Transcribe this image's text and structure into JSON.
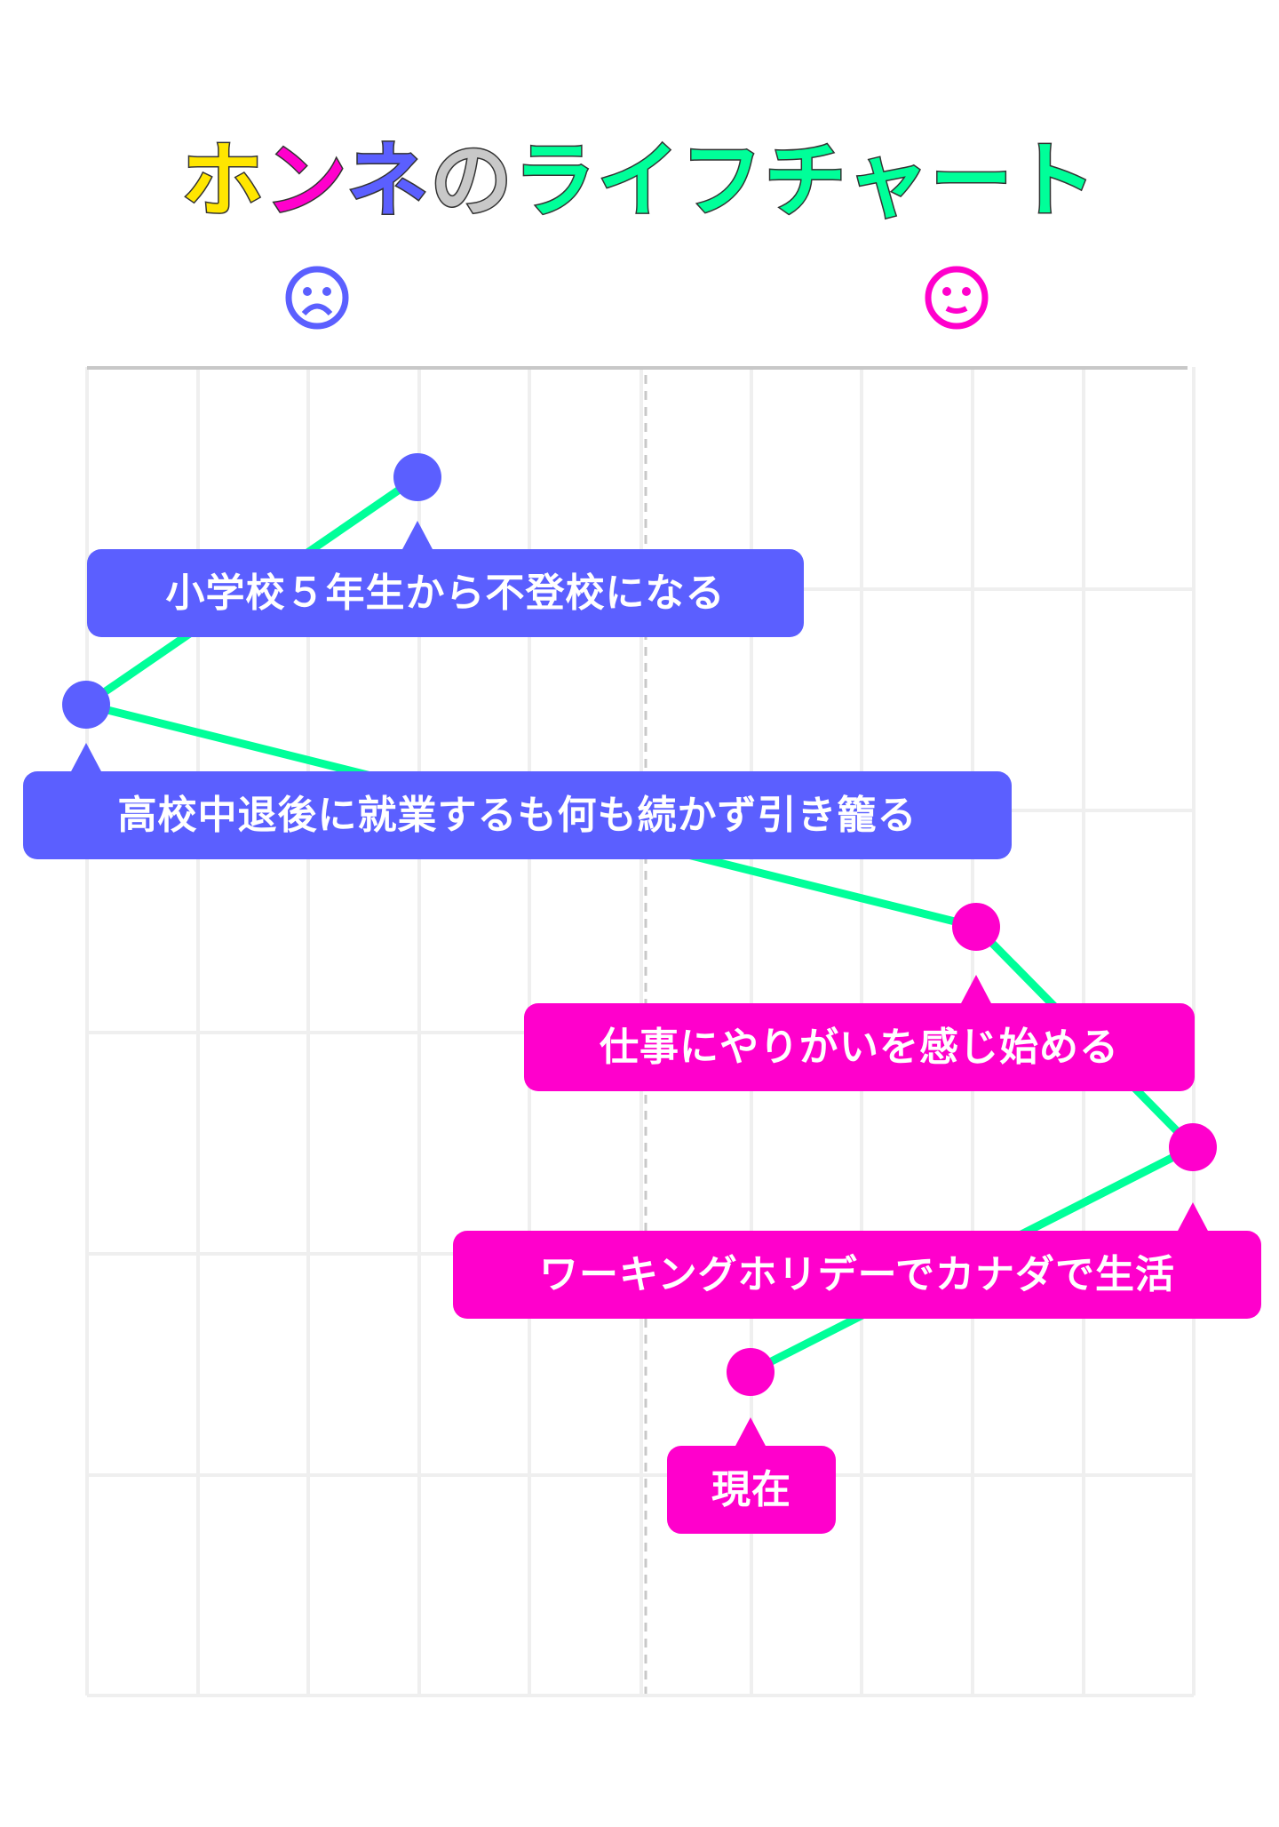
{
  "title": {
    "parts": [
      {
        "text": "ホ",
        "color": "#FFE600"
      },
      {
        "text": "ン",
        "color": "#FF00CC"
      },
      {
        "text": "ネ",
        "color": "#5B5FFF"
      },
      {
        "text": "の",
        "color": "#C8C8C8"
      },
      {
        "text": "ライフチャート",
        "color": "#00FF99"
      }
    ],
    "full": "ホンネのライフチャート"
  },
  "axis_icons": {
    "left": {
      "icon": "sad-face-icon",
      "color": "#5B5FFF"
    },
    "right": {
      "icon": "happy-face-icon",
      "color": "#FF00CC"
    }
  },
  "colors": {
    "negative": "#5B5FFF",
    "positive": "#FF00CC",
    "line": "#00FF99",
    "grid": "#EFEFEF",
    "top_border": "#C8C8C8",
    "center_dash": "#C8C8C8"
  },
  "events": [
    {
      "label": "小学校５年生から不登校になる",
      "sentiment": "negative"
    },
    {
      "label": "高校中退後に就業するも何も続かず引き籠る",
      "sentiment": "negative"
    },
    {
      "label": "仕事にやりがいを感じ始める",
      "sentiment": "positive"
    },
    {
      "label": "ワーキングホリデーでカナダで生活",
      "sentiment": "positive"
    },
    {
      "label": "現在",
      "sentiment": "positive"
    }
  ],
  "chart_data": {
    "type": "line",
    "title": "ホンネのライフチャート",
    "orientation": "vertical-time",
    "xlabel": "",
    "ylabel": "",
    "x_axis": {
      "left_label": "sad-face (unhappy)",
      "right_label": "happy-face (happy)",
      "range": [
        -5,
        5
      ],
      "center": 0
    },
    "grid": true,
    "grid_columns": 10,
    "grid_rows": 6,
    "points": [
      {
        "order": 1,
        "label": "小学校５年生から不登校になる",
        "happiness": -2
      },
      {
        "order": 2,
        "label": "高校中退後に就業するも何も続かず引き籠る",
        "happiness": -5
      },
      {
        "order": 3,
        "label": "仕事にやりがいを感じ始める",
        "happiness": 3
      },
      {
        "order": 4,
        "label": "ワーキングホリデーでカナダで生活",
        "happiness": 5
      },
      {
        "order": 5,
        "label": "現在",
        "happiness": 1
      }
    ],
    "x": [
      1,
      2,
      3,
      4,
      5
    ],
    "values": [
      -2,
      -5,
      3,
      5,
      1
    ],
    "categories": [
      "小学校５年生から不登校になる",
      "高校中退後に就業するも何も続かず引き籠る",
      "仕事にやりがいを感じ始める",
      "ワーキングホリデーでカナダで生活",
      "現在"
    ]
  }
}
